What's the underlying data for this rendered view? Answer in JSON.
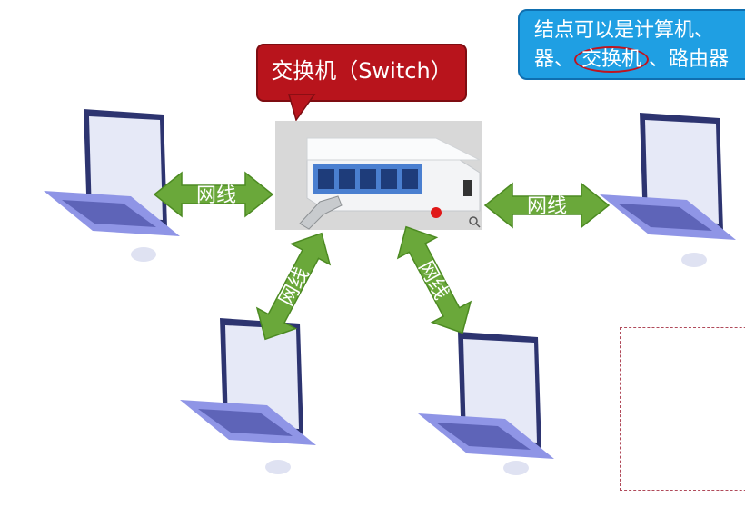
{
  "note": {
    "line1": "结点可以是计算机、",
    "line2_prefix": "器、",
    "line2_circled": "交换机",
    "line2_suffix": "、路由器"
  },
  "switch_callout": {
    "label": "交换机（Switch）"
  },
  "cables": {
    "left": "网线",
    "right": "网线",
    "bottom_left": "网线",
    "bottom_right": "网线"
  },
  "colors": {
    "arrow_green": "#6aa83a",
    "arrow_outline": "#4c8a22",
    "callout_red": "#b8141c",
    "note_blue": "#1f9fe3",
    "laptop_body": "#8f95e6",
    "laptop_screen": "#e6e9f7"
  },
  "icons": [
    "laptop-icon",
    "switch-image",
    "mouse-icon",
    "zoom-icon"
  ]
}
